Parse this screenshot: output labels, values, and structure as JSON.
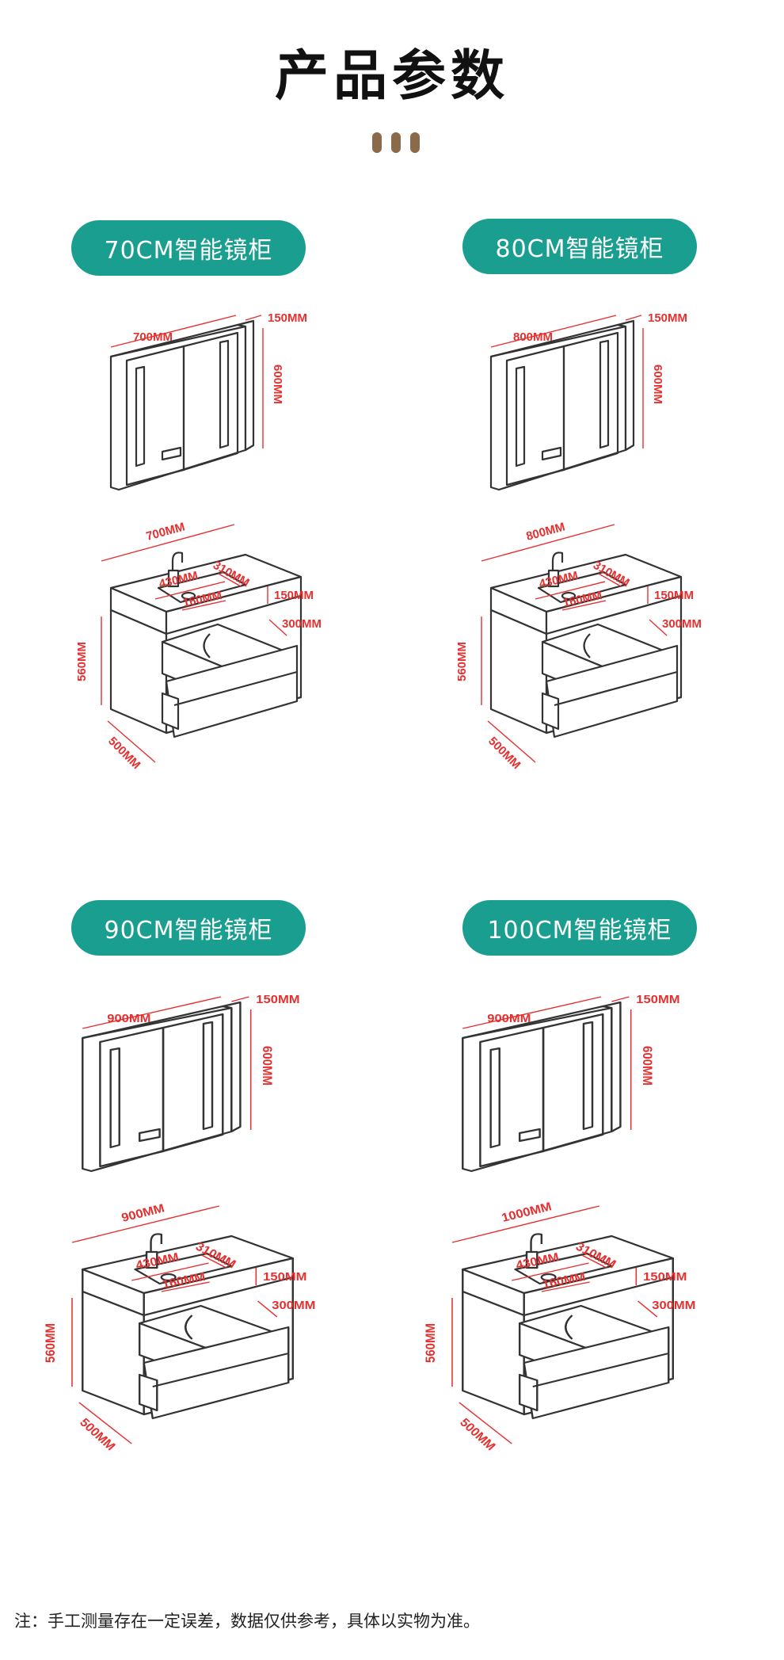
{
  "page": {
    "title": "产品参数",
    "note": "注：手工测量存在一定误差，数据仅供参考，具体以实物为准。",
    "accent_color": "#1a9e8f",
    "bar_color": "#8a6a4a",
    "dimension_color": "#e53030"
  },
  "products": [
    {
      "label": "70CM智能镜柜",
      "mirror": {
        "width": "700MM",
        "depth": "150MM",
        "height": "600MM"
      },
      "vanity": {
        "width": "700MM",
        "basin_width": "430MM",
        "basin_depth": "310MM",
        "drain": "160MM",
        "top_thickness": "150MM",
        "drawer_depth": "300MM",
        "height": "560MM",
        "depth": "500MM"
      }
    },
    {
      "label": "80CM智能镜柜",
      "mirror": {
        "width": "800MM",
        "depth": "150MM",
        "height": "600MM"
      },
      "vanity": {
        "width": "800MM",
        "basin_width": "430MM",
        "basin_depth": "310MM",
        "drain": "160MM",
        "top_thickness": "150MM",
        "drawer_depth": "300MM",
        "height": "560MM",
        "depth": "500MM"
      }
    },
    {
      "label": "90CM智能镜柜",
      "mirror": {
        "width": "900MM",
        "depth": "150MM",
        "height": "600MM"
      },
      "vanity": {
        "width": "900MM",
        "basin_width": "430MM",
        "basin_depth": "310MM",
        "drain": "160MM",
        "top_thickness": "150MM",
        "drawer_depth": "300MM",
        "height": "560MM",
        "depth": "500MM"
      }
    },
    {
      "label": "100CM智能镜柜",
      "mirror": {
        "width": "900MM",
        "depth": "150MM",
        "height": "600MM"
      },
      "vanity": {
        "width": "1000MM",
        "basin_width": "430MM",
        "basin_depth": "310MM",
        "drain": "160MM",
        "top_thickness": "150MM",
        "drawer_depth": "300MM",
        "height": "560MM",
        "depth": "500MM"
      }
    }
  ]
}
